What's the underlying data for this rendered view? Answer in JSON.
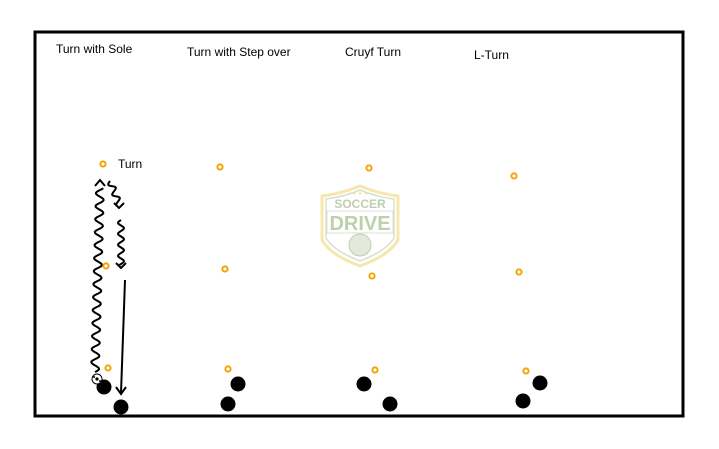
{
  "titles": [
    "Turn with Sole",
    "Turn with Step over",
    "Cruyf Turn",
    "L-Turn"
  ],
  "turn_label": "Turn",
  "logo": {
    "line1": "SOCCER",
    "line2": "DRIVE"
  },
  "colors": {
    "cone": "#f5a300",
    "player": "#000000",
    "field_border": "#000000",
    "logo_green": "#8aa86a",
    "logo_gold": "#f2d56b"
  }
}
